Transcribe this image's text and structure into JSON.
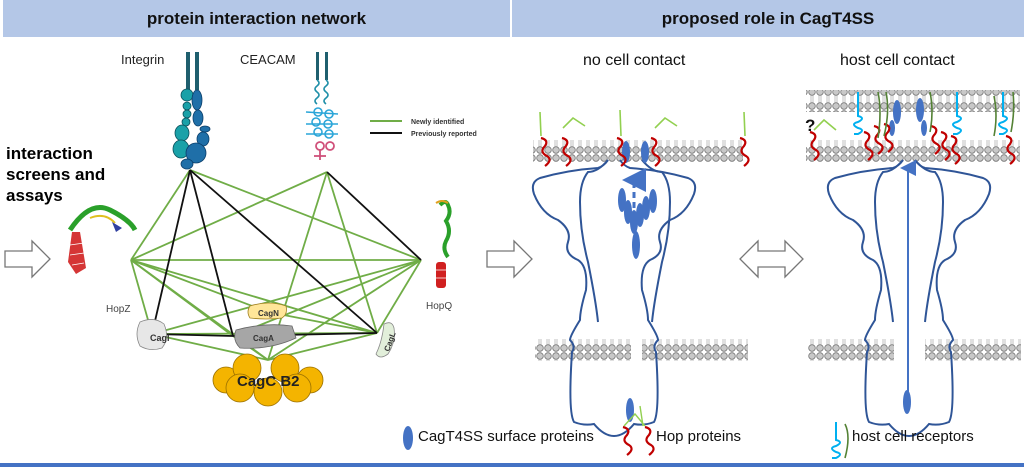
{
  "headers": {
    "left": "protein interaction network",
    "right": "proposed role in CagT4SS"
  },
  "side_label": "interaction screens and assays",
  "network": {
    "receptor_labels": {
      "integrin": "Integrin",
      "ceacam": "CEACAM"
    },
    "legend": [
      {
        "label": "Newly identified",
        "color": "#70ad47"
      },
      {
        "label": "Previously reported",
        "color": "#111111"
      }
    ],
    "nodes": [
      {
        "id": "integrin",
        "label": "Integrin"
      },
      {
        "id": "ceacam",
        "label": "CEACAM"
      },
      {
        "id": "hopz",
        "label": "HopZ"
      },
      {
        "id": "hopq",
        "label": "HopQ"
      },
      {
        "id": "cagi",
        "label": "CagI"
      },
      {
        "id": "caga",
        "label": "CagA"
      },
      {
        "id": "cagn",
        "label": "CagN"
      },
      {
        "id": "cagl",
        "label": "CagL"
      },
      {
        "id": "cagcb2",
        "label": "CagC B2"
      }
    ],
    "edges": [
      {
        "from": "integrin",
        "to": "cagi",
        "type": "previously_reported"
      },
      {
        "from": "integrin",
        "to": "caga",
        "type": "previously_reported"
      },
      {
        "from": "integrin",
        "to": "cagl",
        "type": "previously_reported"
      },
      {
        "from": "ceacam",
        "to": "hopq",
        "type": "previously_reported"
      },
      {
        "from": "cagi",
        "to": "caga",
        "type": "previously_reported"
      },
      {
        "from": "caga",
        "to": "cagl",
        "type": "previously_reported"
      },
      {
        "from": "integrin",
        "to": "hopz",
        "type": "newly_identified"
      },
      {
        "from": "integrin",
        "to": "hopq",
        "type": "newly_identified"
      },
      {
        "from": "ceacam",
        "to": "hopz",
        "type": "newly_identified"
      },
      {
        "from": "ceacam",
        "to": "cagl",
        "type": "newly_identified"
      },
      {
        "from": "ceacam",
        "to": "cagcb2",
        "type": "newly_identified"
      },
      {
        "from": "hopz",
        "to": "hopq",
        "type": "newly_identified"
      },
      {
        "from": "hopz",
        "to": "cagi",
        "type": "newly_identified"
      },
      {
        "from": "hopz",
        "to": "caga",
        "type": "newly_identified"
      },
      {
        "from": "hopz",
        "to": "cagn",
        "type": "newly_identified"
      },
      {
        "from": "hopz",
        "to": "cagl",
        "type": "newly_identified"
      },
      {
        "from": "hopz",
        "to": "cagcb2",
        "type": "newly_identified"
      },
      {
        "from": "hopq",
        "to": "cagi",
        "type": "newly_identified"
      },
      {
        "from": "hopq",
        "to": "caga",
        "type": "newly_identified"
      },
      {
        "from": "hopq",
        "to": "cagl",
        "type": "newly_identified"
      },
      {
        "from": "hopq",
        "to": "cagcb2",
        "type": "newly_identified"
      },
      {
        "from": "cagi",
        "to": "cagcb2",
        "type": "newly_identified"
      },
      {
        "from": "cagi",
        "to": "cagl",
        "type": "newly_identified"
      },
      {
        "from": "caga",
        "to": "cagcb2",
        "type": "newly_identified"
      },
      {
        "from": "cagn",
        "to": "cagl",
        "type": "newly_identified"
      },
      {
        "from": "cagcb2",
        "to": "cagl",
        "type": "newly_identified"
      }
    ]
  },
  "panels": {
    "no_contact": "no cell contact",
    "host_contact": "host cell contact",
    "question_mark": "?"
  },
  "legend_bottom": [
    {
      "icon": "surface-protein-icon",
      "label": "CagT4SS surface proteins",
      "color": "#4472c4"
    },
    {
      "icon": "hop-protein-icon",
      "label": "Hop proteins",
      "color": "#c00000"
    },
    {
      "icon": "host-receptor-icon",
      "label": "host cell receptors",
      "color": "#00b0f0"
    }
  ],
  "colors": {
    "header_bg": "#b4c7e7",
    "green_edge": "#70ad47",
    "black_edge": "#111111",
    "tube": "#2f5597",
    "surface": "#4472c4",
    "hop": "#c00000",
    "receptor": "#00b0f0",
    "membrane": "#bfbfbf",
    "cagcb2": "#f4b400"
  }
}
